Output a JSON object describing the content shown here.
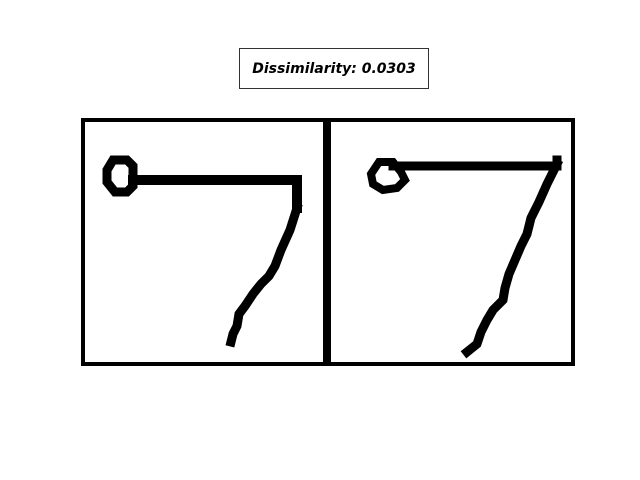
{
  "title": {
    "label": "Dissimilarity:",
    "value": "0.0303"
  },
  "stroke_color": "#000000",
  "images": [
    {
      "role": "reference",
      "glyph": "7 with loop"
    },
    {
      "role": "candidate",
      "glyph": "7 with loop"
    }
  ]
}
